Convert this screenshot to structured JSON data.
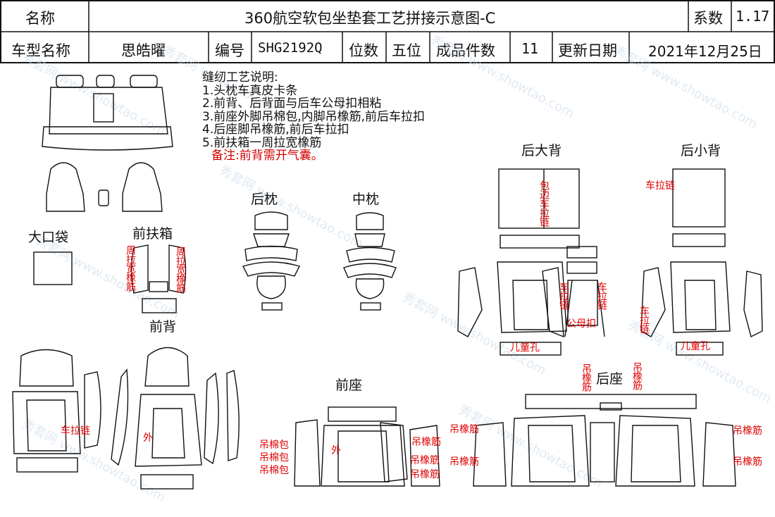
{
  "header": {
    "name_label": "名称",
    "title": "360航空软包坐垫套工艺拼接示意图-C",
    "coef_label": "系数",
    "coef_value": "1.17",
    "model_label": "车型名称",
    "model_value": "思皓曜",
    "code_label": "编号",
    "code_value": "SHG2192Q",
    "seat_label": "位数",
    "seat_value": "五位",
    "pieces_label": "成品件数",
    "pieces_value": "11",
    "date_label": "更新日期",
    "date_value": "2021年12月25日"
  },
  "notes": {
    "heading": "缝纫工艺说明:",
    "items": [
      "1.头枕车真皮卡条",
      "2.前背、后背面与后车公母扣相粘",
      "3.前座外脚吊棉包,内脚吊橡筋,前后车拉扣",
      "4.后座脚吊橡筋,前后车拉扣",
      "5.前扶箱一周拉宽橡筋"
    ],
    "remark": "备注:前背需开气囊。"
  },
  "sections": {
    "big_pocket": "大口袋",
    "front_armrest": "前扶箱",
    "rear_headrest": "后枕",
    "mid_headrest": "中枕",
    "rear_big_back": "后大背",
    "rear_small_back": "后小背",
    "front_back": "前背",
    "front_seat": "前座",
    "rear_seat": "后座"
  },
  "annotations": {
    "wide_elastic": "周拉宽橡筋",
    "edge_zipper": "包边车拉链",
    "zipper": "车拉链",
    "zipper_short": "车拉链",
    "child_hole": "儿童孔",
    "snap": "公母扣",
    "outer": "外",
    "hang_cotton": "吊棉包",
    "hang_elastic": "吊橡筋"
  },
  "watermark": "秀套网 www.showtao.com"
}
